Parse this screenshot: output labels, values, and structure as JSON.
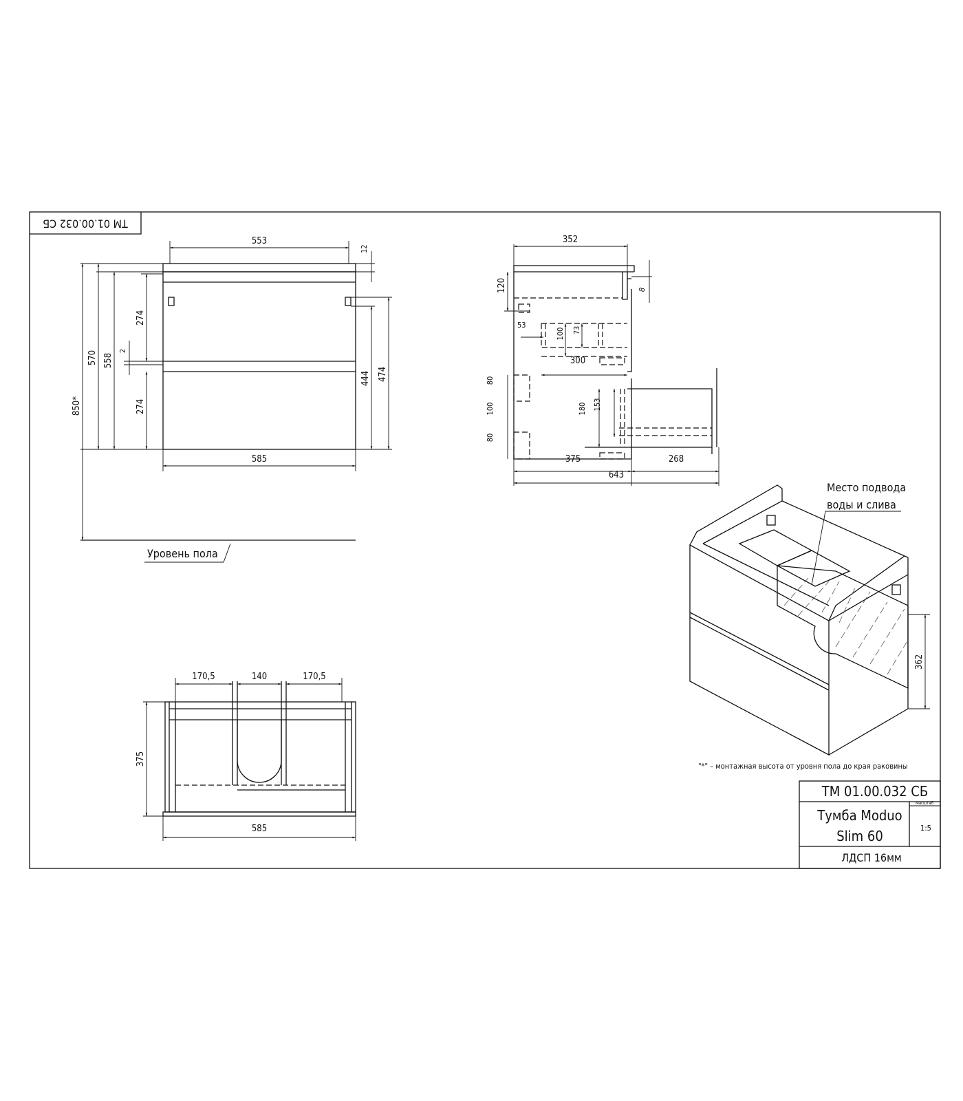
{
  "drawing": {
    "code": "ТМ 01.00.032 СБ",
    "code_rotated": "ТМ 01.00.032 СБ",
    "title_line1": "Тумба Moduo",
    "title_line2": "Slim 60",
    "material": "ЛДСП 16мм",
    "scale_label": "Масштаб",
    "scale_value": "1:5"
  },
  "front_view": {
    "dims": {
      "top_width": "553",
      "top_thickness": "12",
      "total_width": "585",
      "mount_height": "850*",
      "height_570": "570",
      "height_558": "558",
      "drawer_top": "274",
      "gap": "2",
      "drawer_bottom": "274",
      "height_444": "444",
      "height_474": "474"
    },
    "floor_label": "Уровень пола"
  },
  "side_view": {
    "dims": {
      "depth_top": "352",
      "height_120": "120",
      "offset_8": "8",
      "d53": "53",
      "d100": "100",
      "d73": "73",
      "d300": "300",
      "d80a": "80",
      "d100b": "100",
      "d80b": "80",
      "d180": "180",
      "d153": "153",
      "d375": "375",
      "d268": "268",
      "d643": "643"
    }
  },
  "top_view": {
    "dims": {
      "left": "170,5",
      "middle": "140",
      "right": "170,5",
      "depth": "375",
      "width": "585"
    }
  },
  "iso_view": {
    "callout": [
      "Место подвода",
      "воды и слива"
    ],
    "dim_362": "362"
  },
  "note": "\"*\" – монтажная высота от уровня пола до края раковины"
}
